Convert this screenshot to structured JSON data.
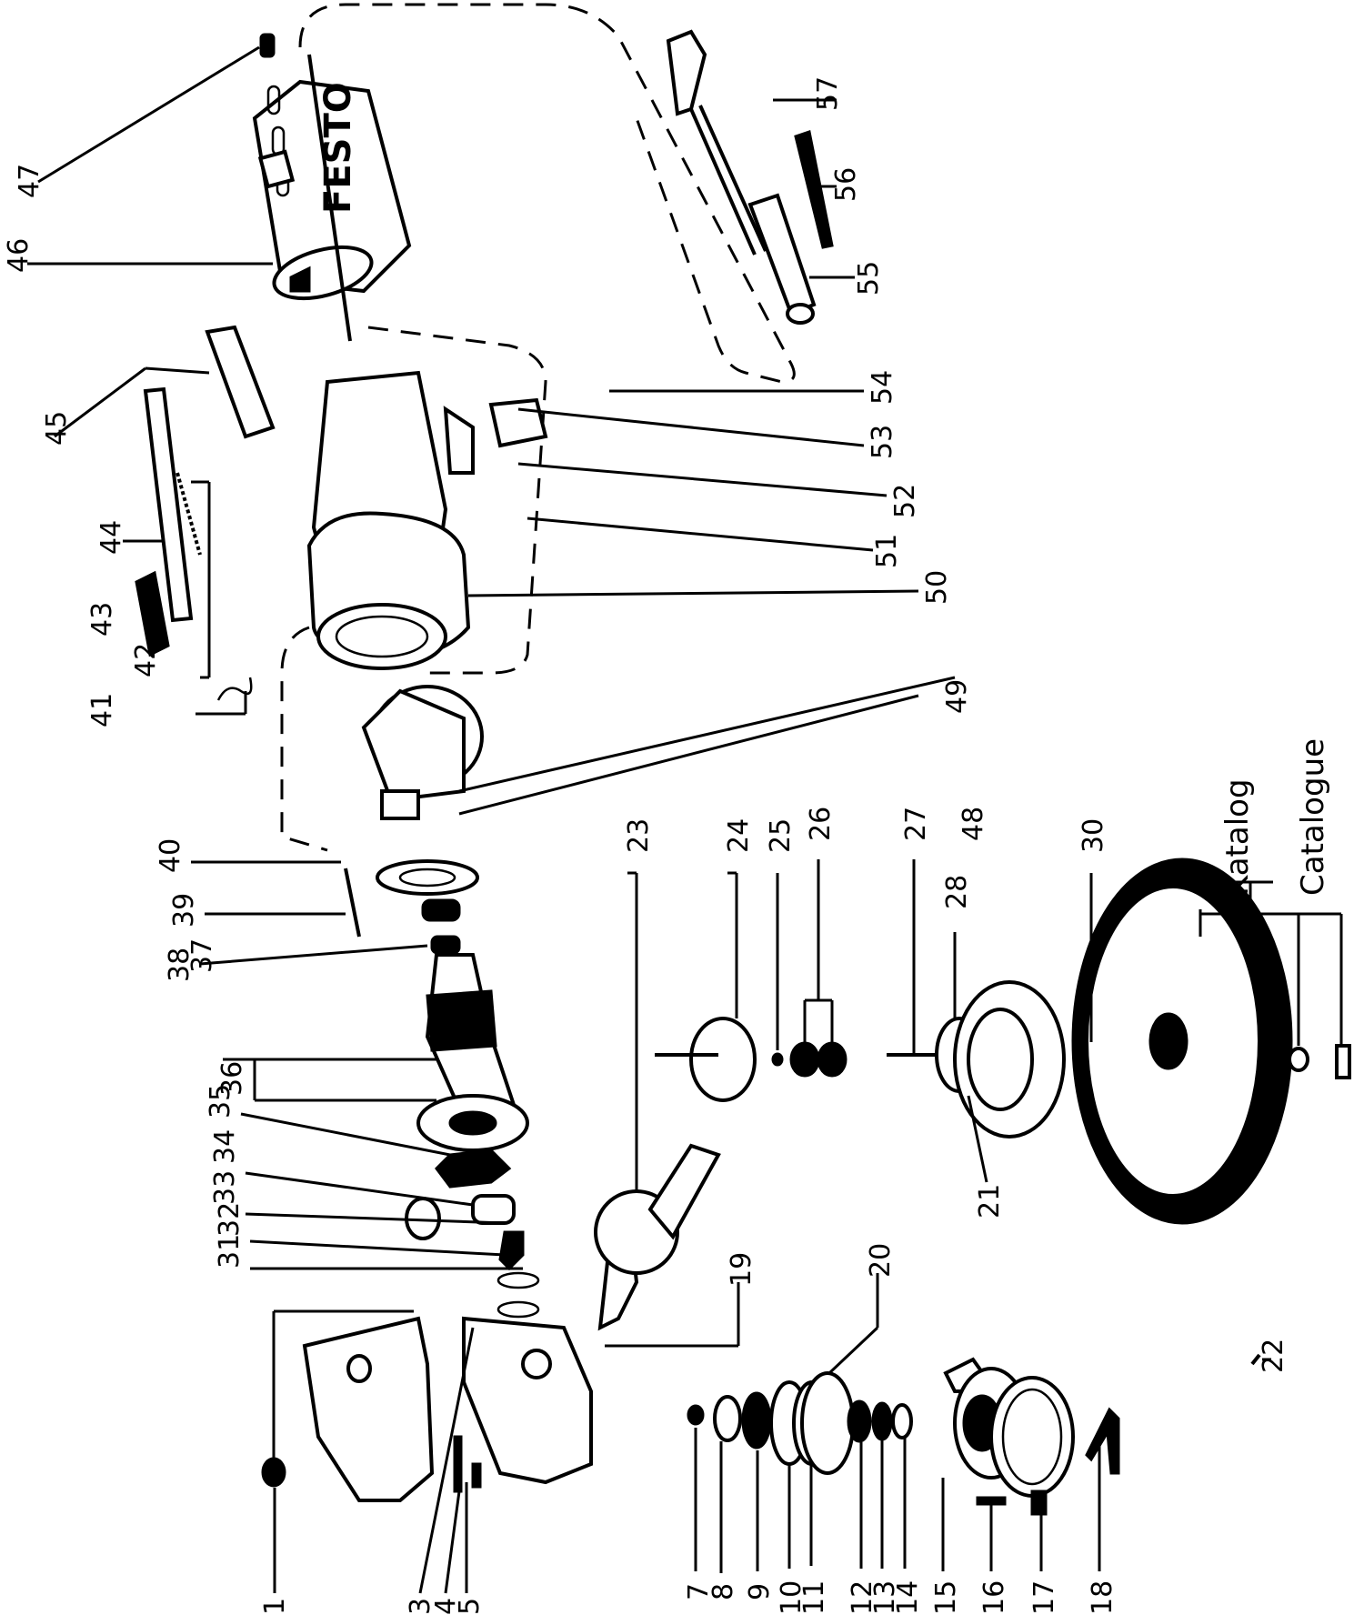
{
  "diagram": {
    "title": "Exploded parts diagram",
    "brand_mark": "FESTO",
    "catalogue_labels": [
      "Katalog",
      "Catalogue"
    ],
    "part_numbers": [
      "1",
      "3",
      "4",
      "5",
      "7",
      "8",
      "9",
      "10",
      "11",
      "12",
      "13",
      "14",
      "15",
      "16",
      "17",
      "18",
      "19",
      "20",
      "21",
      "22",
      "23",
      "24",
      "25",
      "26",
      "27",
      "28",
      "30",
      "31",
      "32",
      "33",
      "34",
      "35",
      "36",
      "37",
      "38",
      "39",
      "40",
      "41",
      "42",
      "43",
      "44",
      "45",
      "46",
      "47",
      "48",
      "49",
      "50",
      "51",
      "52",
      "53",
      "54",
      "55",
      "56",
      "57"
    ]
  }
}
